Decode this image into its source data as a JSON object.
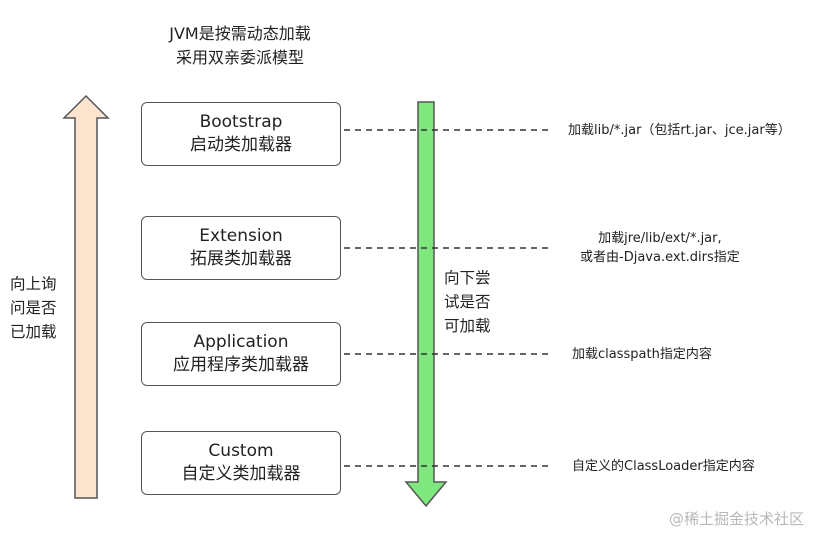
{
  "title": {
    "line1": "JVM是按需动态加载",
    "line2": "采用双亲委派模型"
  },
  "up_arrow": {
    "label_lines": [
      "向上询",
      "问是否",
      "已加载"
    ],
    "fill_color": "#fde4cf",
    "stroke_color": "#555555"
  },
  "down_arrow": {
    "label_lines": [
      "向下尝",
      "试是否",
      "可加载"
    ],
    "fill_color": "#7ee87e",
    "stroke_color": "#555555"
  },
  "loaders": [
    {
      "name": "Bootstrap",
      "cn": "启动类加载器",
      "note_lines": [
        "加载lib/*.jar（包括rt.jar、jce.jar等）"
      ]
    },
    {
      "name": "Extension",
      "cn": "拓展类加载器",
      "note_lines": [
        "加载jre/lib/ext/*.jar,",
        "或者由-Djava.ext.dirs指定"
      ]
    },
    {
      "name": "Application",
      "cn": "应用程序类加载器",
      "note_lines": [
        "加载classpath指定内容"
      ]
    },
    {
      "name": "Custom",
      "cn": "自定义类加载器",
      "note_lines": [
        "自定义的ClassLoader指定内容"
      ]
    }
  ],
  "watermark": "@稀土掘金技术社区"
}
